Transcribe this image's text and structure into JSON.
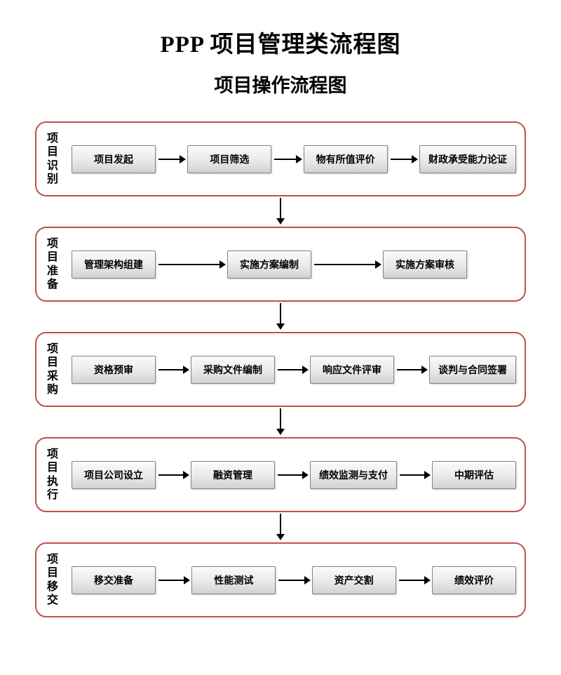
{
  "page": {
    "title": "PPP 项目管理类流程图",
    "subtitle": "项目操作流程图"
  },
  "colors": {
    "lane_border": "#c0504d",
    "box_border": "#848484",
    "arrow": "#000000"
  },
  "lanes": [
    {
      "label": "项目识别",
      "steps": [
        "项目发起",
        "项目筛选",
        "物有所值评价",
        "财政承受能力论证"
      ]
    },
    {
      "label": "项目准备",
      "steps": [
        "管理架构组建",
        "实施方案编制",
        "实施方案审核"
      ]
    },
    {
      "label": "项目采购",
      "steps": [
        "资格预审",
        "采购文件编制",
        "响应文件评审",
        "谈判与合同签署"
      ]
    },
    {
      "label": "项目执行",
      "steps": [
        "项目公司设立",
        "融资管理",
        "绩效监测与支付",
        "中期评估"
      ]
    },
    {
      "label": "项目移交",
      "steps": [
        "移交准备",
        "性能测试",
        "资产交割",
        "绩效评价"
      ]
    }
  ]
}
